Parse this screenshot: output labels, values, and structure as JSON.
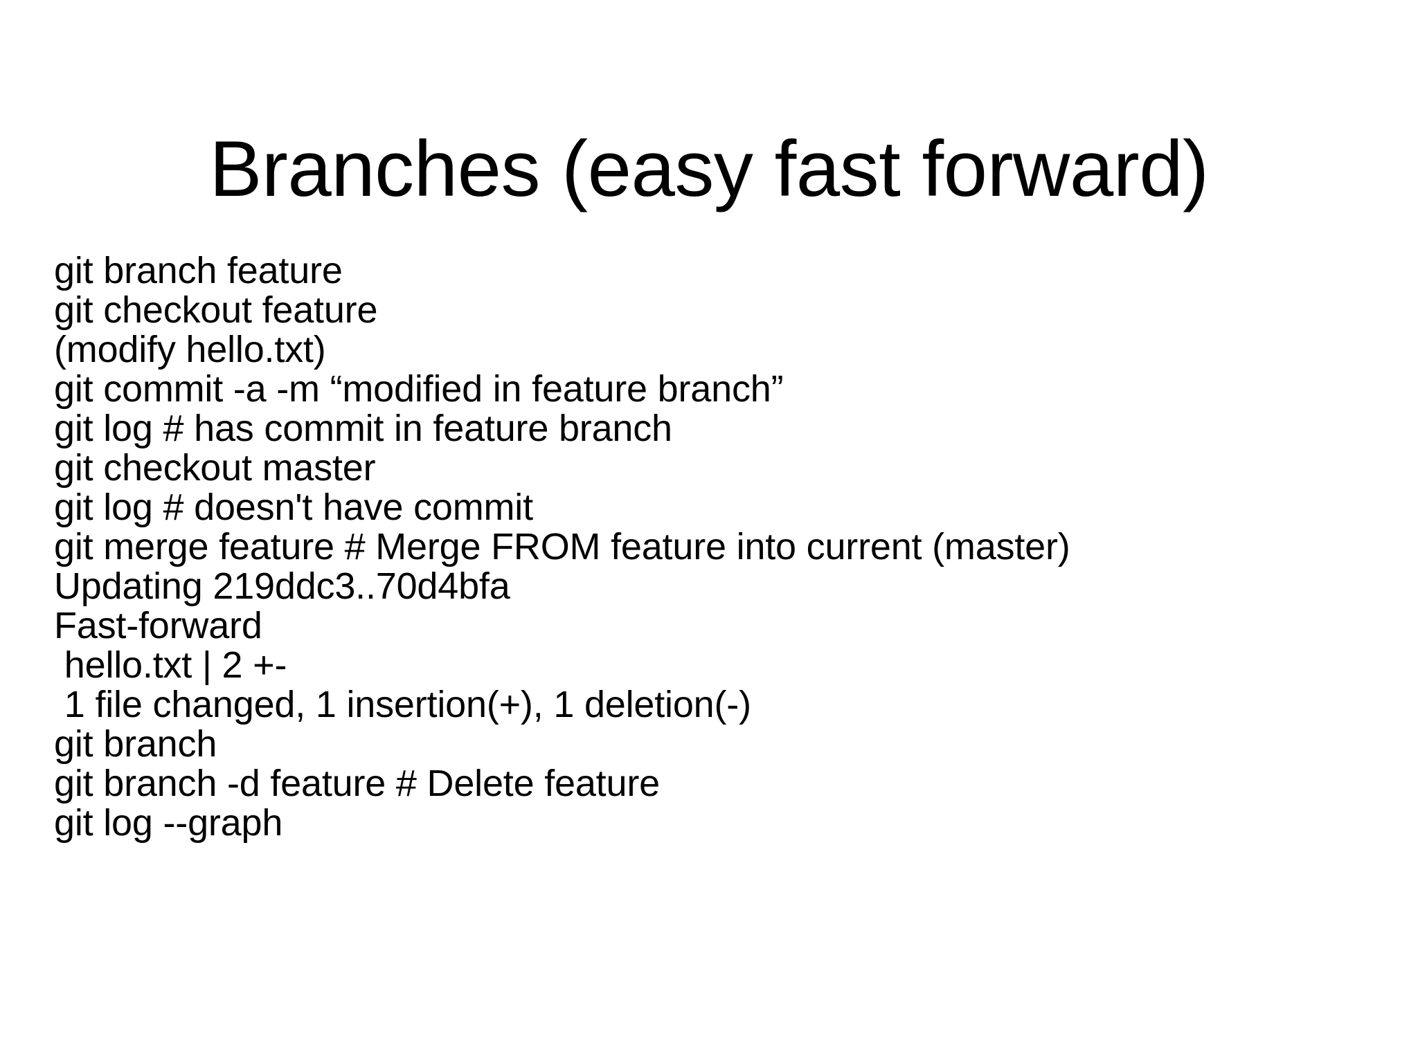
{
  "slide": {
    "title": "Branches (easy fast forward)",
    "background_color": "#ffffff",
    "text_color": "#000000",
    "body_lines": [
      {
        "text": "git branch feature"
      },
      {
        "text": "git checkout feature"
      },
      {
        "text": "(modify hello.txt)"
      },
      {
        "text": "git commit -a -m “modified in feature branch”"
      },
      {
        "text": "git log # has commit in feature branch"
      },
      {
        "text": "git checkout master"
      },
      {
        "text": "git log # doesn't have commit"
      },
      {
        "text": "git merge feature # Merge FROM feature into current (master)"
      },
      {
        "text": "Updating 219ddc3..70d4bfa"
      },
      {
        "text": "Fast-forward"
      },
      {
        "text": " hello.txt | 2 +-"
      },
      {
        "text": " 1 file changed, 1 insertion(+), 1 deletion(-)"
      },
      {
        "text": "git branch"
      },
      {
        "text": "git branch -d feature # Delete feature"
      },
      {
        "text": "git log --graph"
      }
    ]
  }
}
